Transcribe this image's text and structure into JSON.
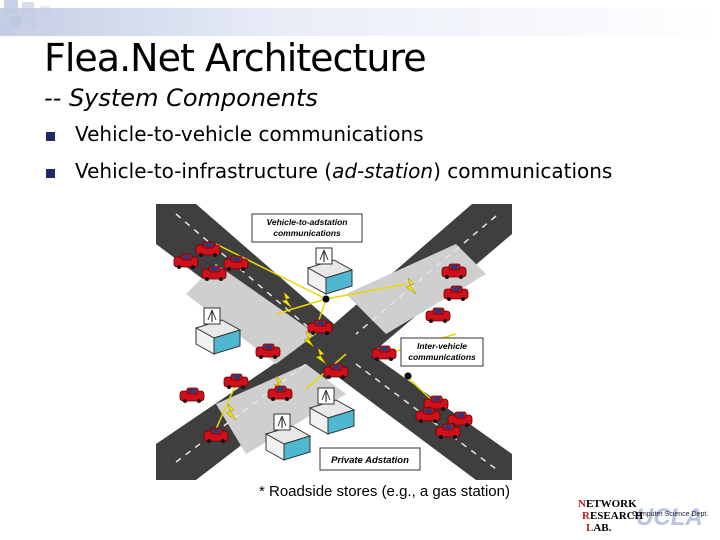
{
  "slide": {
    "title": "Flea.Net Architecture",
    "subtitle": "-- System Components",
    "bullets": [
      {
        "text": "Vehicle-to-vehicle communications"
      },
      {
        "pre": "Vehicle-to-infrastructure (",
        "italic": "ad-station",
        "post": ") communications"
      }
    ]
  },
  "figure": {
    "label_v2a": [
      "Vehicle-to-adstation",
      "communications"
    ],
    "label_inter": [
      "Inter-vehicle",
      "communications"
    ],
    "label_private": "Private Adstation",
    "caption": "* Roadside stores (e.g., a gas station)"
  },
  "logo": {
    "line1_initial": "N",
    "line1_rest": "ETWORK",
    "line2_initial": "R",
    "line2_rest": "ESEARCH",
    "line3_initial": "L",
    "line3_rest": "AB.",
    "dept": "Computer Science Dept.",
    "ucla": "UCLA"
  },
  "colors": {
    "accent": "#1f2a66",
    "car": "#d0101a",
    "road": "#3f3f3f",
    "lightning": "#f5e400"
  }
}
